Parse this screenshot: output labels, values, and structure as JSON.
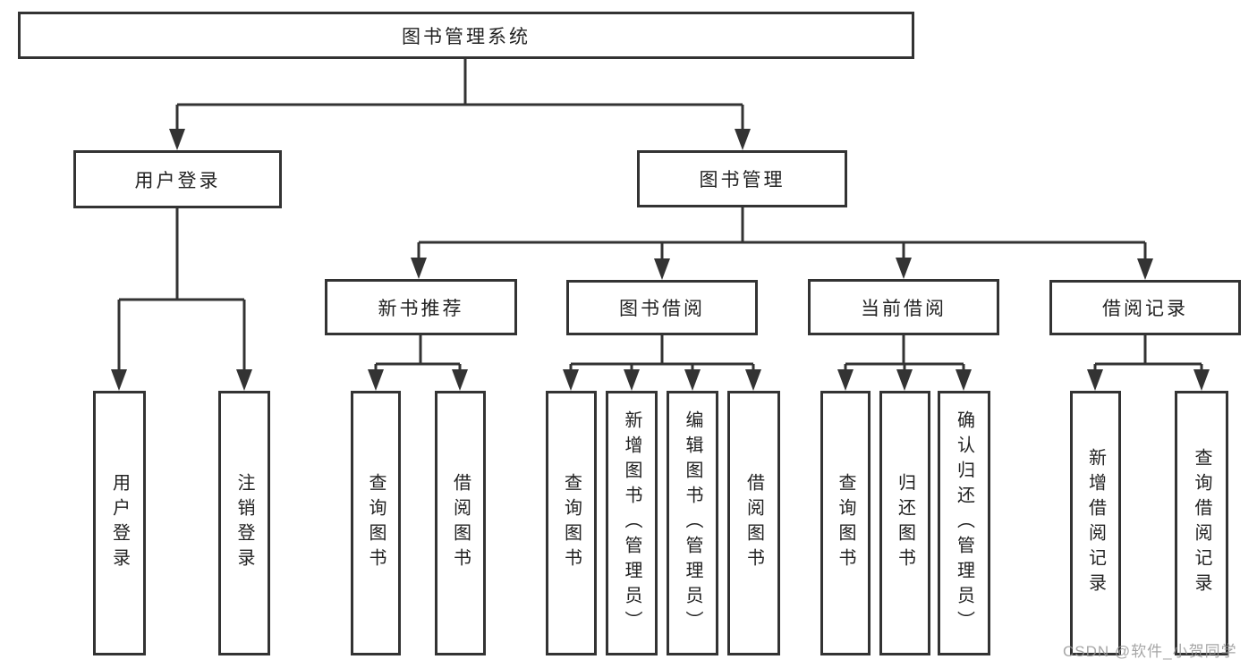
{
  "title": "图书管理系统",
  "watermark": "CSDN @软件_小贺同学",
  "colors": {
    "line": "#333333",
    "box_border": "#333333",
    "box_fill": "#ffffff",
    "text": "#222222",
    "watermark": "#969696",
    "background": "#ffffff"
  },
  "tree": {
    "root": {
      "label": "图书管理系统"
    },
    "branches": [
      {
        "label": "用户登录",
        "children": [
          {
            "label": "用户登录"
          },
          {
            "label": "注销登录"
          }
        ]
      },
      {
        "label": "图书管理",
        "children": [
          {
            "label": "新书推荐",
            "children": [
              {
                "label": "查询图书"
              },
              {
                "label": "借阅图书"
              }
            ]
          },
          {
            "label": "图书借阅",
            "children": [
              {
                "label": "查询图书"
              },
              {
                "label": "新增图书（管理员）"
              },
              {
                "label": "编辑图书（管理员）"
              },
              {
                "label": "借阅图书"
              }
            ]
          },
          {
            "label": "当前借阅",
            "children": [
              {
                "label": "查询图书"
              },
              {
                "label": "归还图书"
              },
              {
                "label": "确认归还（管理员）"
              }
            ]
          },
          {
            "label": "借阅记录",
            "children": [
              {
                "label": "新增借阅记录"
              },
              {
                "label": "查询借阅记录"
              }
            ]
          }
        ]
      }
    ]
  }
}
